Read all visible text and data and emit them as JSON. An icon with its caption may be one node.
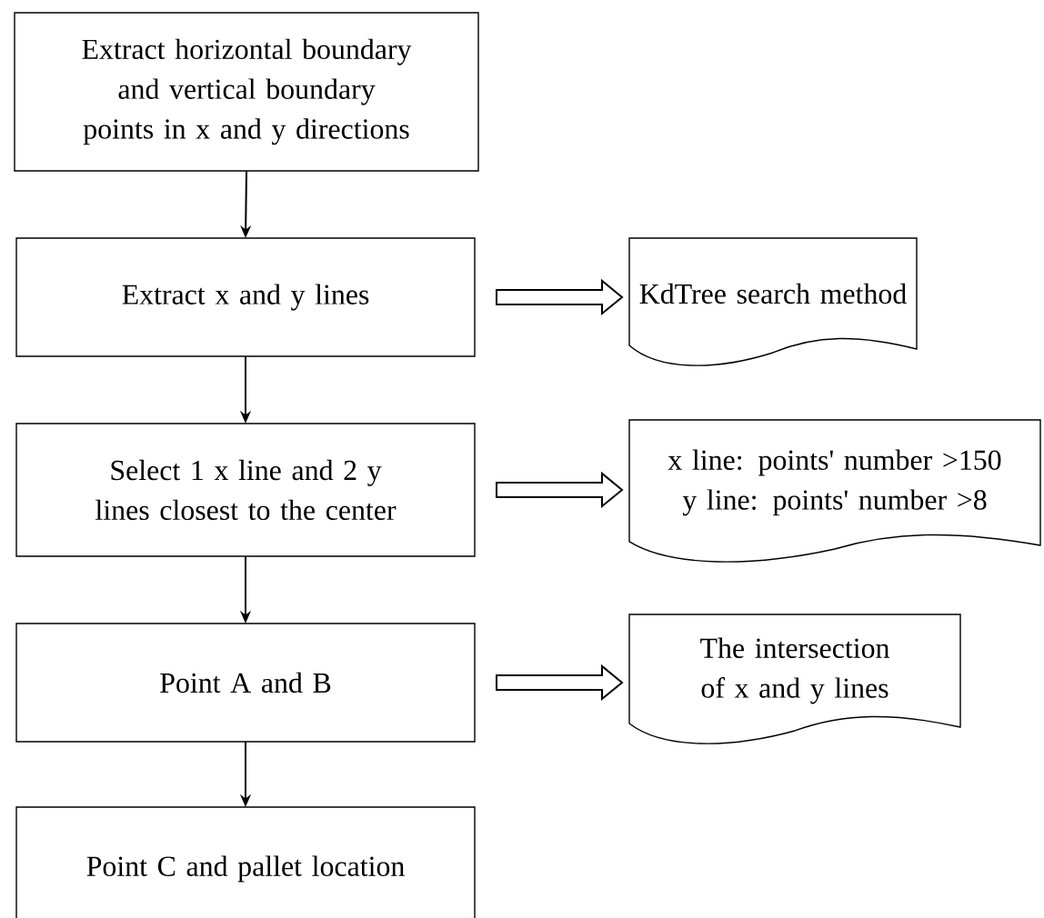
{
  "diagram": {
    "nodes": [
      {
        "text": [
          "Extract horizontal boundary and vertical boundary points in x and y directions"
        ]
      },
      {
        "text": [
          "Extract x and y lines"
        ]
      },
      {
        "text": [
          "Select 1 x line and 2 y lines closest to the center"
        ]
      },
      {
        "text": [
          "Point A and B"
        ]
      },
      {
        "text": [
          "Point C and pallet location"
        ]
      },
      {
        "text": [
          "KdTree search method"
        ]
      },
      {
        "text": [
          "x line: points' number >150",
          "y line: points' number >8"
        ]
      },
      {
        "text": [
          "The intersection of x and y lines"
        ]
      }
    ],
    "edges": [
      {
        "from": 0,
        "to": 1,
        "arrow": "to"
      },
      {
        "from": 1,
        "to": 2,
        "arrow": "to"
      },
      {
        "from": 2,
        "to": 3,
        "arrow": "to"
      },
      {
        "from": 3,
        "to": 4,
        "arrow": "to"
      },
      {
        "from": 1,
        "to": 5,
        "arrow": "to",
        "style": "thick"
      },
      {
        "from": 2,
        "to": 6,
        "arrow": "to",
        "style": "thick"
      },
      {
        "from": 3,
        "to": 7,
        "arrow": "to",
        "style": "thick"
      }
    ]
  }
}
